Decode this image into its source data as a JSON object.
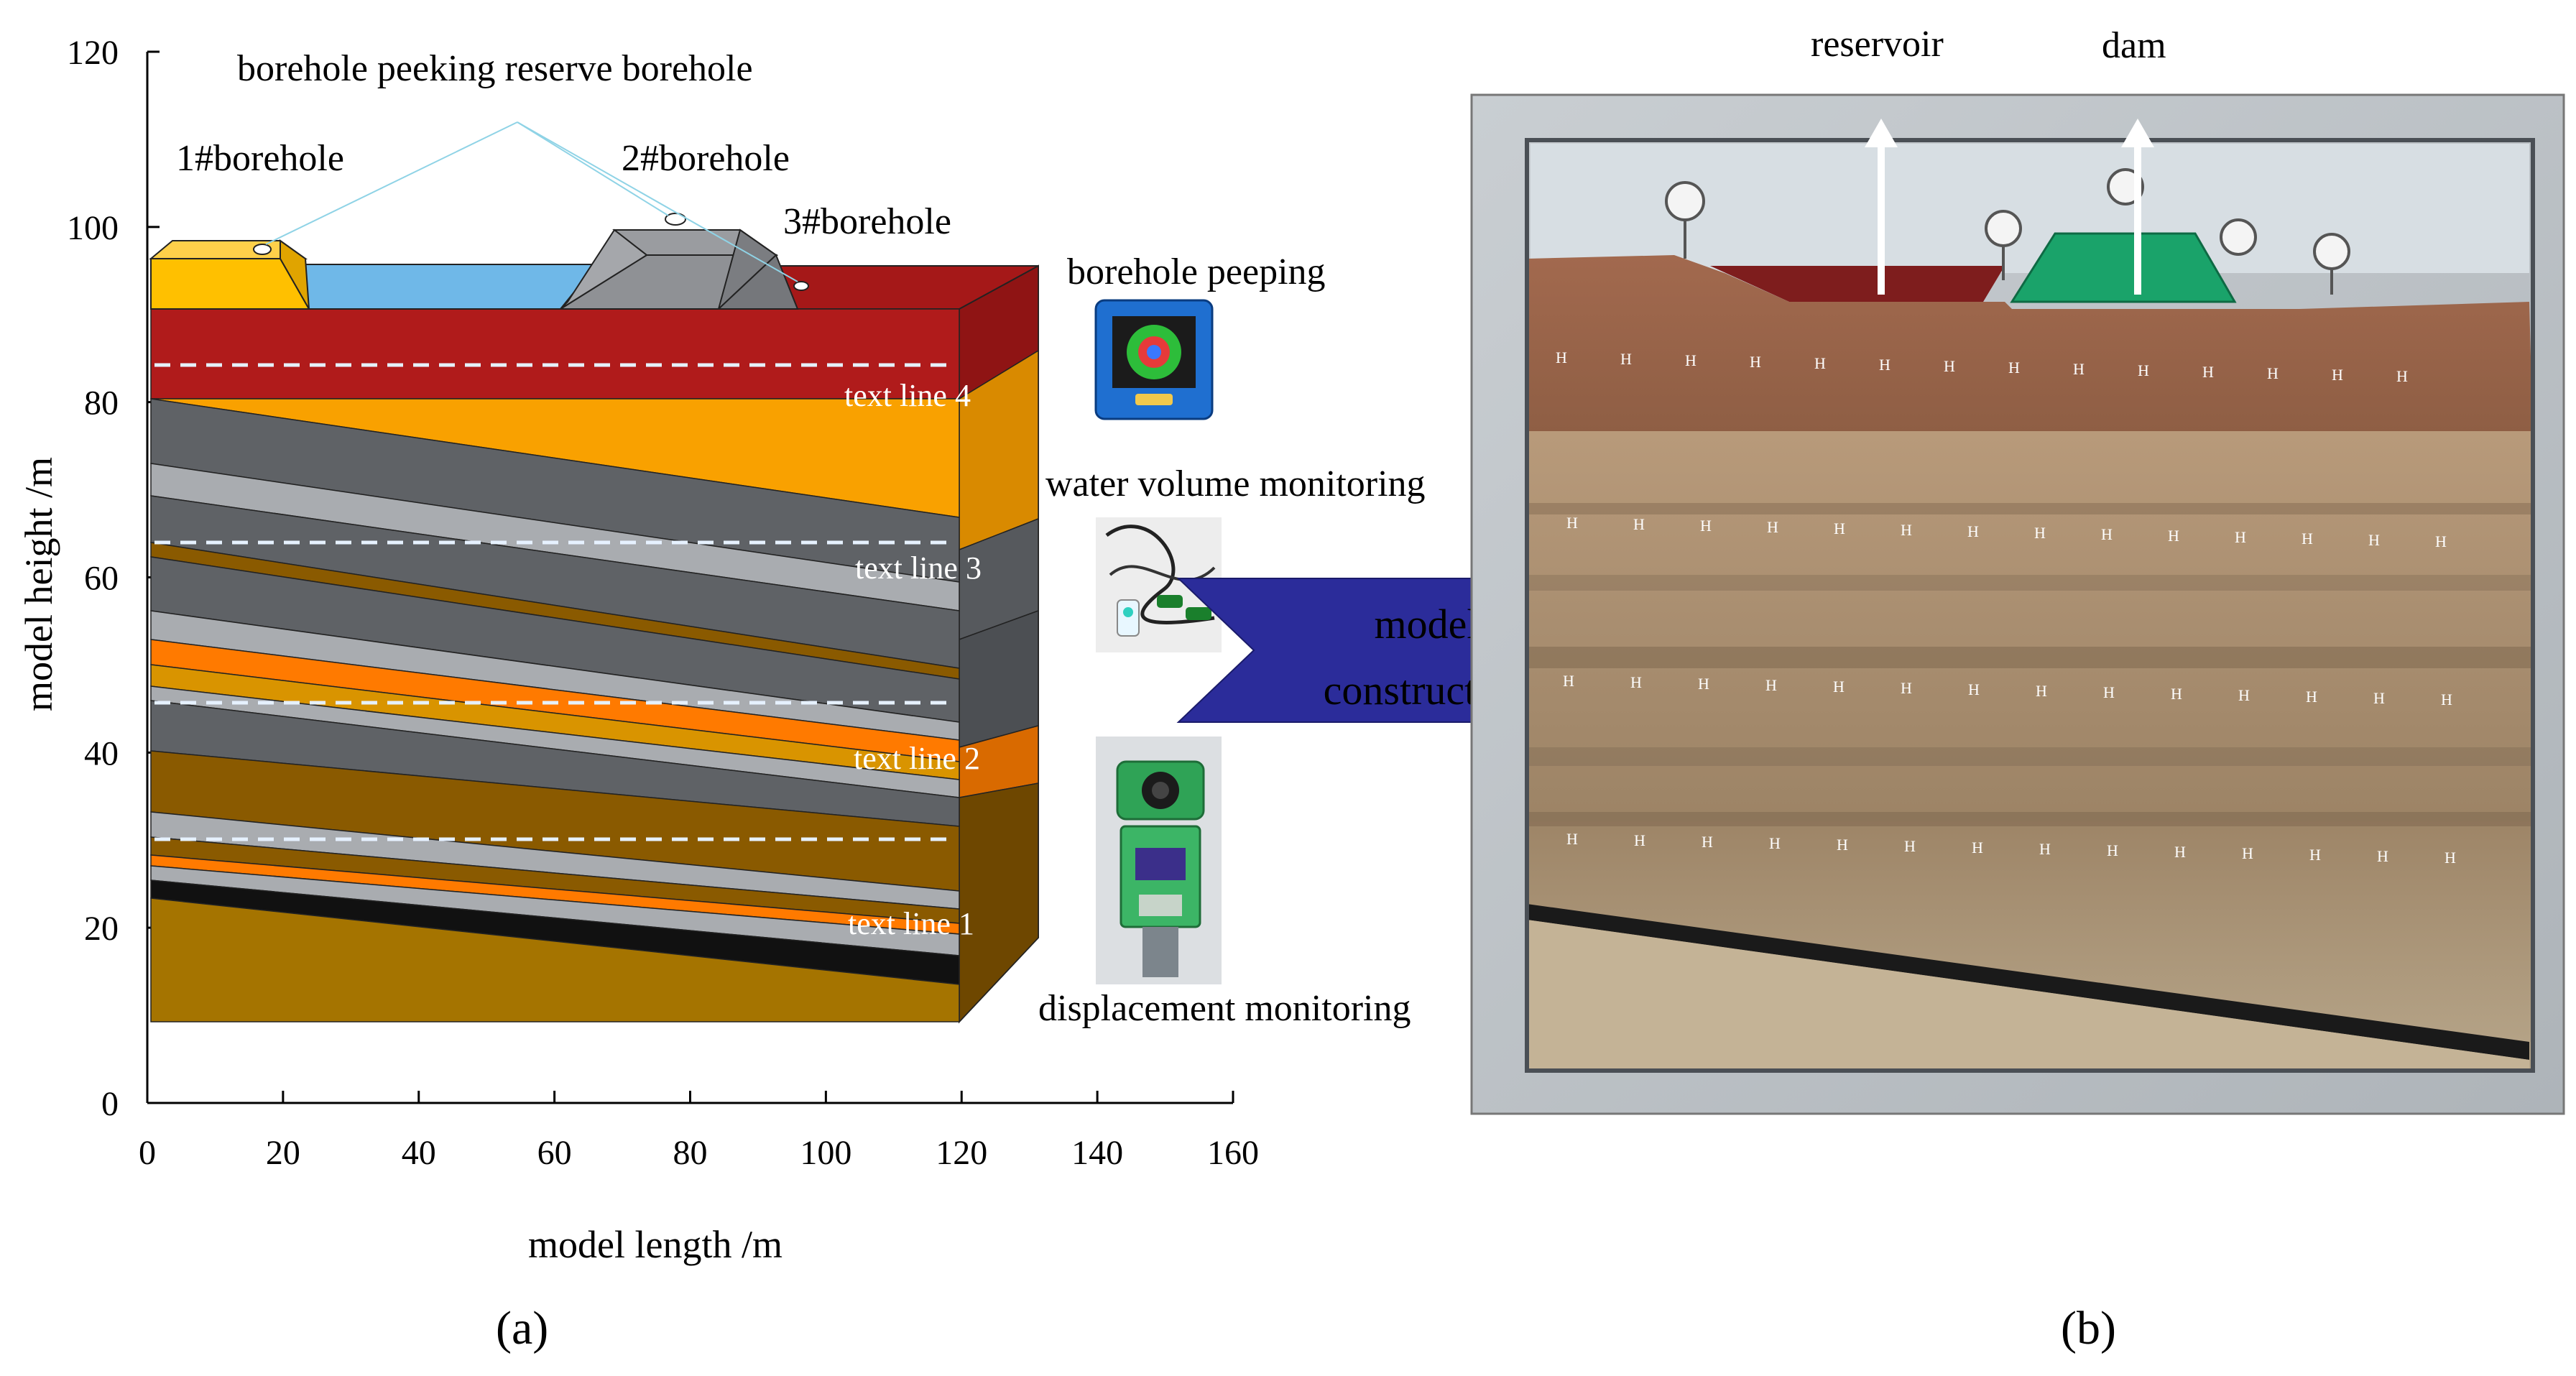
{
  "panel_a": {
    "caption": "(a)",
    "axes": {
      "x_label": "model length /m",
      "y_label": "model height /m",
      "x_ticks": [
        "0",
        "20",
        "40",
        "60",
        "80",
        "100",
        "120",
        "140",
        "160"
      ],
      "y_ticks": [
        "0",
        "20",
        "40",
        "60",
        "80",
        "100",
        "120"
      ]
    },
    "labels": {
      "top_callout": "borehole peeking reserve borehole",
      "borehole_1": "1#borehole",
      "borehole_2": "2#borehole",
      "borehole_3": "3#borehole",
      "text_line_4": "text line 4",
      "text_line_3": "text line 3",
      "text_line_2": "text line 2",
      "text_line_1": "text line 1"
    },
    "instruments": {
      "borehole_peeping": "borehole peeping",
      "water_volume_monitoring": "water volume monitoring",
      "displacement_monitoring": "displacement monitoring"
    },
    "arrow_label_line1": "model",
    "arrow_label_line2": "construction"
  },
  "panel_b": {
    "caption": "(b)",
    "reservoir_label": "reservoir",
    "dam_label": "dam"
  },
  "colors": {
    "red_layer": "#b01b1b",
    "orange_layer": "#f9a100",
    "dark_gray": "#5f6266",
    "light_gray": "#a9acb0",
    "brown": "#8a5a00",
    "bright_orange": "#ff7a00",
    "water_blue": "#6fb8e8",
    "yellow_box": "#ffc000",
    "arrow_blue": "#2b2c9a",
    "dam_green": "#1aa36a"
  }
}
